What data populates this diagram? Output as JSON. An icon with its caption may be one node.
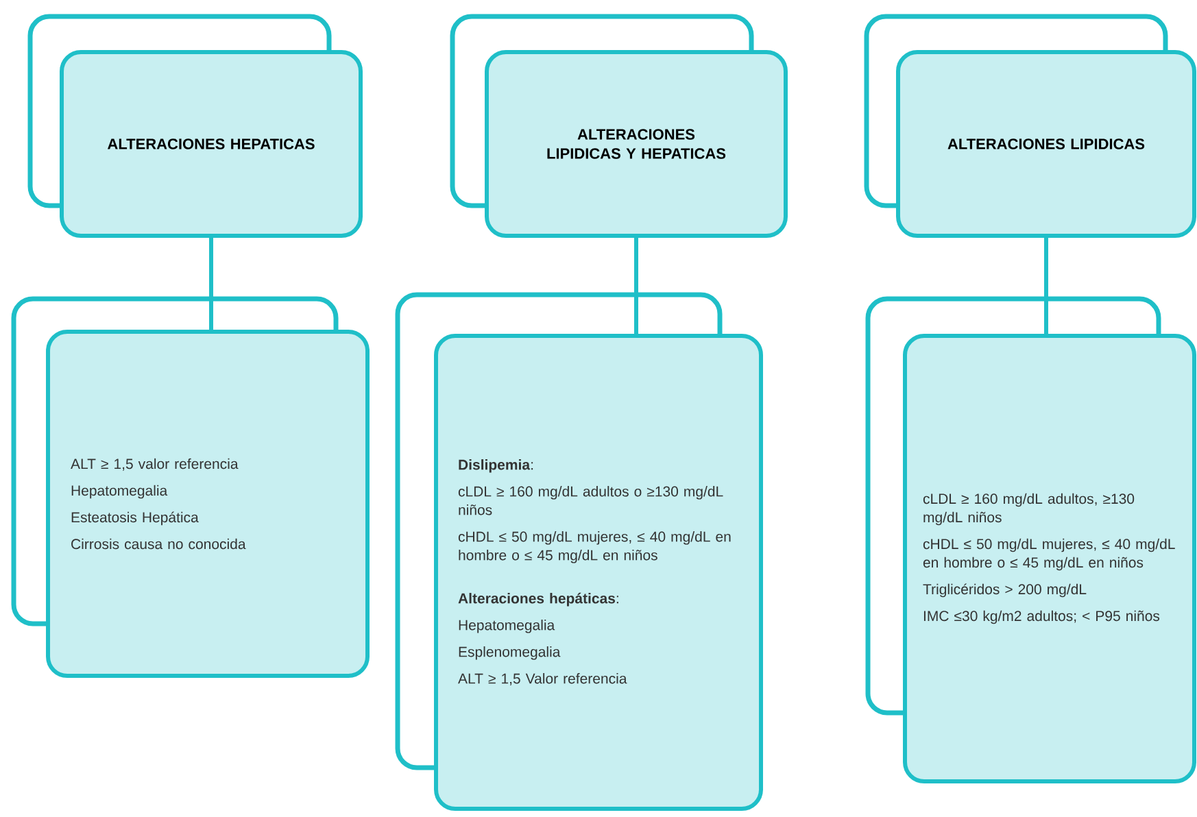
{
  "diagram": {
    "nodes": [
      {
        "text": [
          "ALTERACIONES HEPATICAS"
        ]
      },
      {
        "text": [
          "ALTERACIONES LIPIDICAS Y HEPATICAS"
        ]
      },
      {
        "text": [
          "ALTERACIONES LIPIDICAS"
        ]
      },
      {
        "text": [
          "ALT ≥ 1,5 valor referencia",
          "Hepatomegalia",
          "Esteatosis Hepática",
          "Cirrosis causa no conocida"
        ]
      },
      {
        "text": [
          "**Dislipemia**:",
          "cLDL ≥ 160 mg/dL adultos o ≥130 mg/dL niños",
          "cHDL ≤ 50 mg/dL mujeres, ≤ 40 mg/dL en hombre o ≤ 45 mg/dL en niños",
          "**Alteraciones hepáticas**:",
          "Hepatomegalia",
          "Esplenomegalia",
          "ALT ≥ 1,5 Valor referencia"
        ]
      },
      {
        "text": [
          "cLDL ≥ 160 mg/dL adultos, ≥130 mg/dL niños",
          "cHDL ≤ 50 mg/dL mujeres, ≤ 40 mg/dL en hombre o ≤ 45 mg/dL en niños",
          "Triglicéridos > 200 mg/dL",
          "IMC ≤30 kg/m2 adultos; < P95 niños"
        ]
      }
    ],
    "edges": [
      {
        "from": 0,
        "to": 3,
        "arrow": "none"
      },
      {
        "from": 1,
        "to": 4,
        "arrow": "none"
      },
      {
        "from": 2,
        "to": 5,
        "arrow": "none"
      }
    ]
  }
}
